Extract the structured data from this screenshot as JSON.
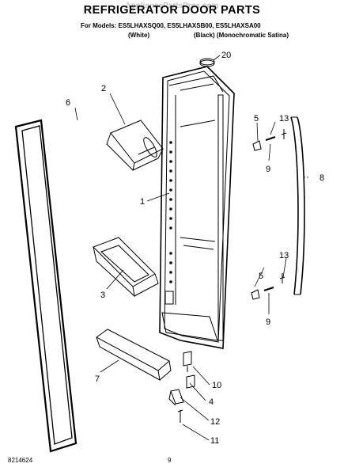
{
  "title": "REFRIGERATOR DOOR PARTS",
  "watermark": "AppliancePartsPros.com",
  "models_line": "For Models: ES5LHAXSQ00, ES5LHAXSB00, ES5LHAXSA00",
  "color_white": "(White)",
  "color_black": "(Black) (Monochromatic Satina)",
  "doc_number": "8214624",
  "page_number": "9",
  "callouts": {
    "c1": "1",
    "c2": "2",
    "c3": "3",
    "c4": "4",
    "c5a": "5",
    "c5b": "5",
    "c6": "6",
    "c7": "7",
    "c8": "8",
    "c9a": "9",
    "c9b": "9",
    "c10": "10",
    "c11": "11",
    "c12": "12",
    "c13a": "13",
    "c13b": "13",
    "c20": "20"
  }
}
